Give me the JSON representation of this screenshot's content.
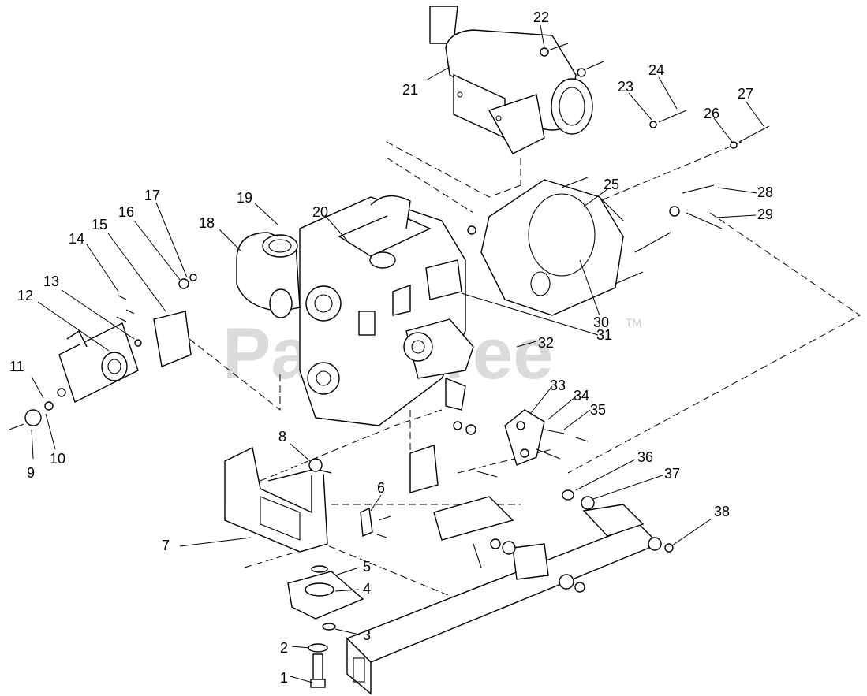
{
  "watermark": {
    "text": "PartsTree",
    "trademark": "TM"
  },
  "callouts": [
    "1",
    "2",
    "3",
    "4",
    "5",
    "6",
    "7",
    "8",
    "9",
    "10",
    "11",
    "12",
    "13",
    "14",
    "15",
    "16",
    "17",
    "18",
    "19",
    "20",
    "21",
    "22",
    "23",
    "24",
    "25",
    "26",
    "27",
    "28",
    "29",
    "30",
    "31",
    "32",
    "33",
    "34",
    "35",
    "36",
    "37",
    "38"
  ]
}
